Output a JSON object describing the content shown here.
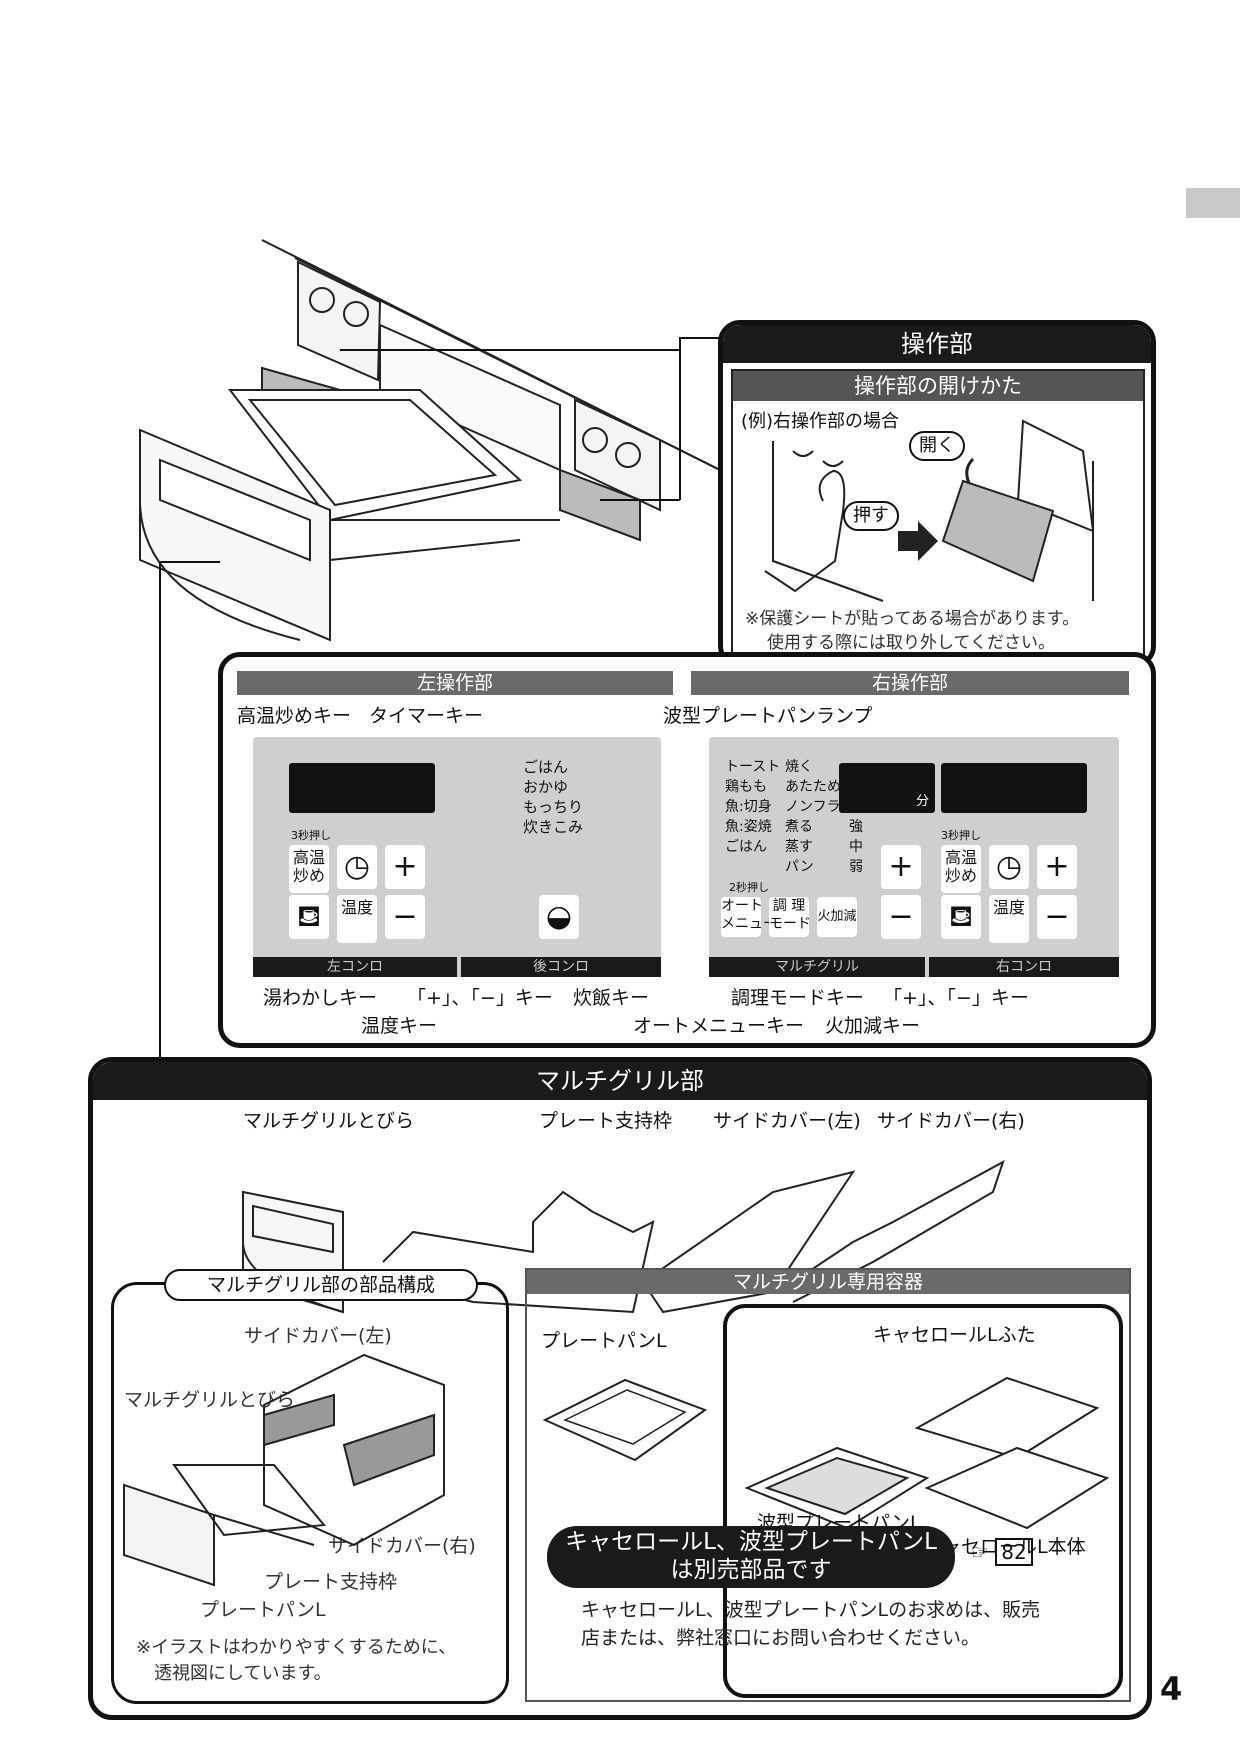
{
  "operation": {
    "title": "操作部",
    "subtitle": "操作部の開けかた",
    "example": "(例)右操作部の場合",
    "open_label": "開く",
    "push_label": "押す",
    "note_line1": "※保護シートが貼ってある場合があります。",
    "note_line2": "使用する際には取り外してください。"
  },
  "left_panel": {
    "title": "左操作部",
    "label_highheat": "高温炒めキー",
    "label_timer": "タイマーキー",
    "hold3": "3秒押し",
    "key_highheat": "高温\n炒め",
    "key_plus": "+",
    "key_minus": "−",
    "key_temp": "温度",
    "menu": [
      "ごはん",
      "おかゆ",
      "もっちり",
      "炊きこみ"
    ],
    "strip_left": "左コンロ",
    "strip_back": "後コンロ",
    "label_kettle": "湯わかしキー",
    "label_plusminus": "「+」、「−」キー",
    "label_rice": "炊飯キー",
    "label_temp": "温度キー"
  },
  "right_panel": {
    "title": "右操作部",
    "label_lamp": "波型プレートパンランプ",
    "menu_col1": [
      "トースト",
      "鶏もも",
      "魚:切身",
      "魚:姿焼",
      "ごはん"
    ],
    "menu_col2": [
      "焼く",
      "あたためる",
      "ノンフライ",
      "煮る",
      "蒸す",
      "パン"
    ],
    "menu_col3": [
      "強",
      "中",
      "弱"
    ],
    "minutes": "分",
    "hold2": "2秒押し",
    "hold3": "3秒押し",
    "key_auto": "オート\nメニュー",
    "key_mode": "調 理\nモード",
    "key_fire": "火加減",
    "key_plus": "+",
    "key_minus": "−",
    "key_highheat": "高温\n炒め",
    "key_temp": "温度",
    "strip_grill": "マルチグリル",
    "strip_right": "右コンロ",
    "label_mode": "調理モードキー",
    "label_plusminus": "「+」、「−」キー",
    "label_auto": "オートメニューキー",
    "label_fire": "火加減キー"
  },
  "multigrill": {
    "title": "マルチグリル部",
    "door": "マルチグリルとびら",
    "frame": "プレート支持枠",
    "side_left": "サイドカバー(左)",
    "side_right": "サイドカバー(右)",
    "parts_title": "マルチグリル部の部品構成",
    "parts_side_left": "サイドカバー(左)",
    "parts_door": "マルチグリルとびら",
    "parts_side_right": "サイドカバー(右)",
    "parts_frame": "プレート支持枠",
    "parts_pan": "プレートパンL",
    "parts_note1": "※イラストはわかりやすくするために、",
    "parts_note2": "透視図にしています。",
    "vessel_title": "マルチグリル専用容器",
    "plate_pan": "プレートパンL",
    "casserole_lid": "キャセロールLふた",
    "wave_pan": "波型プレートパンL",
    "casserole_body": "キャセロールL本体",
    "bubble_line1": "キャセロールL、波型プレートパンL",
    "bubble_line2": "は別売部品です",
    "ref_page": "82",
    "info_line1": "キャセロールL、波型プレートパンLのお求めは、販売",
    "info_line2": "店または、弊社窓口にお問い合わせください。"
  },
  "page_number": "4"
}
